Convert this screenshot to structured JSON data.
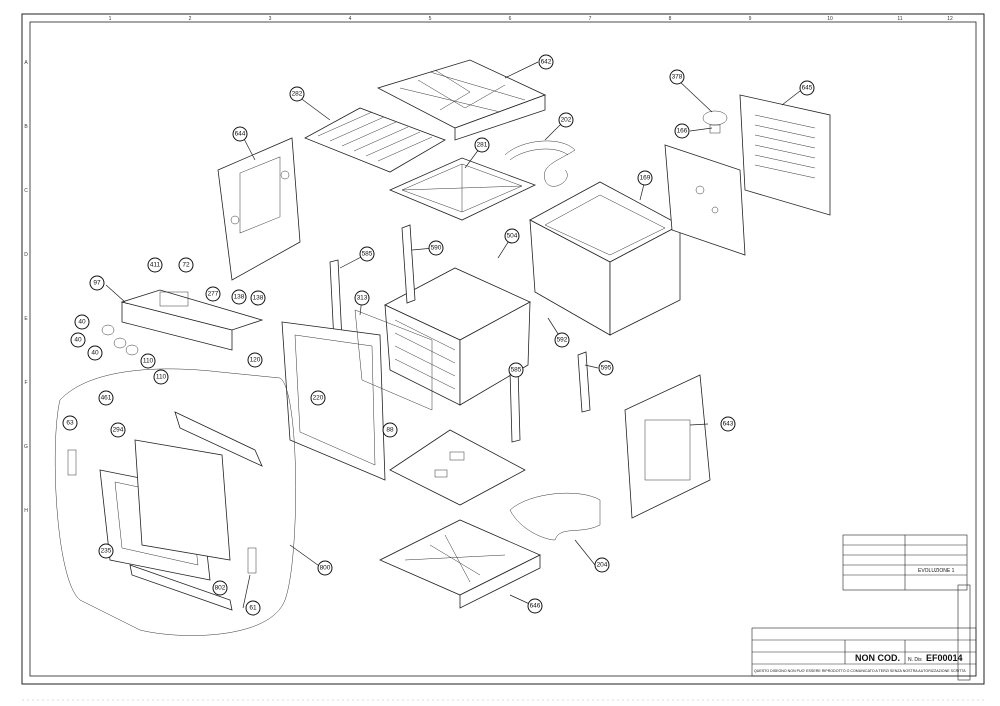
{
  "border": {
    "top_numbers": [
      "1",
      "2",
      "3",
      "4",
      "5",
      "6",
      "7",
      "8",
      "9",
      "10",
      "11",
      "12"
    ],
    "side_letters": [
      "A",
      "B",
      "C",
      "D",
      "E",
      "F",
      "G",
      "H"
    ]
  },
  "callouts": [
    {
      "id": "642",
      "label": "642"
    },
    {
      "id": "282",
      "label": "282"
    },
    {
      "id": "378",
      "label": "378"
    },
    {
      "id": "645",
      "label": "645"
    },
    {
      "id": "644",
      "label": "644"
    },
    {
      "id": "202",
      "label": "202"
    },
    {
      "id": "166",
      "label": "166"
    },
    {
      "id": "281",
      "label": "281"
    },
    {
      "id": "169",
      "label": "169"
    },
    {
      "id": "585a",
      "label": "585"
    },
    {
      "id": "590",
      "label": "590"
    },
    {
      "id": "504",
      "label": "504"
    },
    {
      "id": "97",
      "label": "97"
    },
    {
      "id": "411",
      "label": "411"
    },
    {
      "id": "72",
      "label": "72"
    },
    {
      "id": "277",
      "label": "277"
    },
    {
      "id": "138a",
      "label": "138"
    },
    {
      "id": "138b",
      "label": "138"
    },
    {
      "id": "313",
      "label": "313"
    },
    {
      "id": "40a",
      "label": "40"
    },
    {
      "id": "40b",
      "label": "40"
    },
    {
      "id": "40c",
      "label": "40"
    },
    {
      "id": "110a",
      "label": "110"
    },
    {
      "id": "110b",
      "label": "110"
    },
    {
      "id": "120",
      "label": "120"
    },
    {
      "id": "592",
      "label": "592"
    },
    {
      "id": "585b",
      "label": "585"
    },
    {
      "id": "595",
      "label": "595"
    },
    {
      "id": "220",
      "label": "220"
    },
    {
      "id": "461",
      "label": "461"
    },
    {
      "id": "88",
      "label": "88"
    },
    {
      "id": "643",
      "label": "643"
    },
    {
      "id": "63",
      "label": "63"
    },
    {
      "id": "294",
      "label": "294"
    },
    {
      "id": "204",
      "label": "204"
    },
    {
      "id": "235",
      "label": "235"
    },
    {
      "id": "802",
      "label": "802"
    },
    {
      "id": "61",
      "label": "61"
    },
    {
      "id": "800",
      "label": "800"
    },
    {
      "id": "646",
      "label": "646"
    }
  ],
  "title_block": {
    "code_label": "NON COD.",
    "drawing_number": "EF00014",
    "number_prefix": "N. Dis",
    "sheet_label": "EVOLUZIONE 1",
    "footer_note": "QUESTO DISEGNO NON PUO' ESSERE RIPRODOTTO O COMUNICATO A TERZI SENZA NOSTRA AUTORIZZAZIONE SCRITTA"
  }
}
